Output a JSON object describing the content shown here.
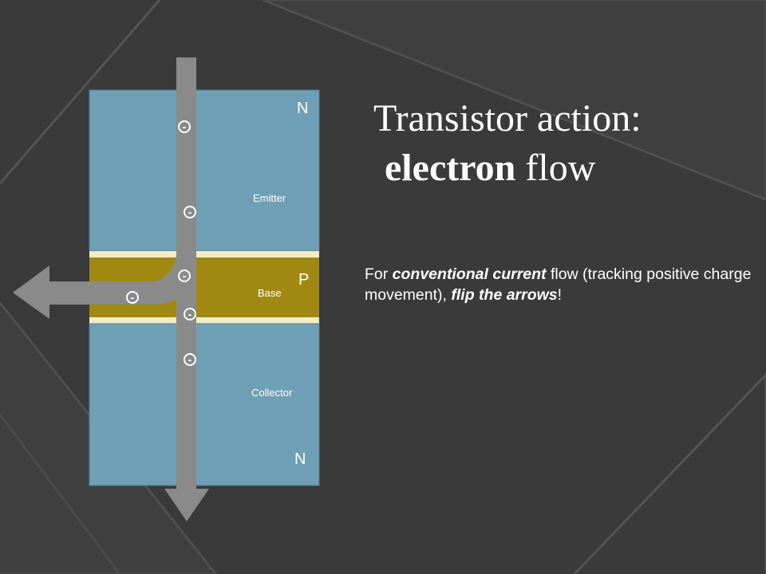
{
  "title": {
    "line1": "Transistor action:",
    "line2_bold": "electron",
    "line2_rest": " flow"
  },
  "note": {
    "part1": "For ",
    "em1": "conventional current",
    "part2": " flow (tracking positive charge movement), ",
    "em2": "flip the arrows",
    "part3": "!"
  },
  "diagram": {
    "emitter": {
      "type_label": "N",
      "name": "Emitter"
    },
    "base": {
      "type_label": "P",
      "name": "Base"
    },
    "collector": {
      "type_label": "N",
      "name": "Collector"
    },
    "electron_symbol": "-",
    "colors": {
      "n_region": "#6f9fb4",
      "p_region": "#a08912",
      "junction": "#f3ecc4",
      "arrow": "#8a8a8a",
      "background": "#3a3a3a"
    }
  }
}
